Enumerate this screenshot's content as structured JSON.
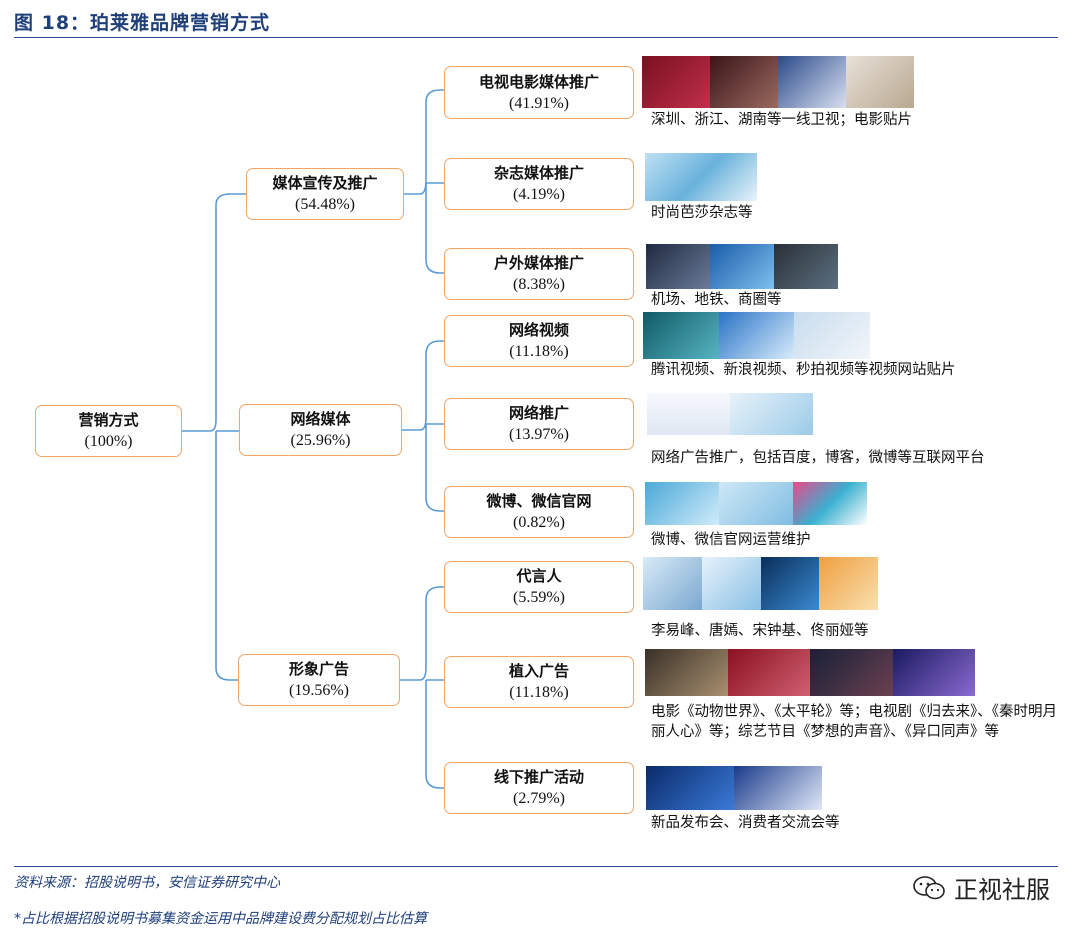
{
  "figure_title": "图 18：珀莱雅品牌营销方式",
  "root": {
    "label": "营销方式",
    "pct": "(100%)"
  },
  "level1": [
    {
      "label": "媒体宣传及推广",
      "pct": "(54.48%)"
    },
    {
      "label": "网络媒体",
      "pct": "(25.96%)"
    },
    {
      "label": "形象广告",
      "pct": "(19.56%)"
    }
  ],
  "level2": [
    {
      "label": "电视电影媒体推广",
      "pct": "(41.91%)",
      "caption": "深圳、浙江、湖南等一线卫视；电影贴片"
    },
    {
      "label": "杂志媒体推广",
      "pct": "(4.19%)",
      "caption": "时尚芭莎杂志等"
    },
    {
      "label": "户外媒体推广",
      "pct": "(8.38%)",
      "caption": "机场、地铁、商圈等"
    },
    {
      "label": "网络视频",
      "pct": "(11.18%)",
      "caption": "腾讯视频、新浪视频、秒拍视频等视频网站贴片"
    },
    {
      "label": "网络推广",
      "pct": "(13.97%)",
      "caption": "网络广告推广，包括百度，博客，微博等互联网平台"
    },
    {
      "label": "微博、微信官网",
      "pct": "(0.82%)",
      "caption": "微博、微信官网运营维护"
    },
    {
      "label": "代言人",
      "pct": "(5.59%)",
      "caption": "李易峰、唐嫣、宋钟基、佟丽娅等"
    },
    {
      "label": "植入广告",
      "pct": "(11.18%)",
      "caption": "电影《动物世界》、《太平轮》等；电视剧《归去来》、《秦时明月丽人心》等；综艺节目《梦想的声音》、《异口同声》等"
    },
    {
      "label": "线下推广活动",
      "pct": "(2.79%)",
      "caption": "新品发布会、消费者交流会等"
    }
  ],
  "source_note": "资料来源：招股说明书，安信证券研究中心",
  "footnote": "*占比根据招股说明书募集资金运用中品牌建设费分配规划占比估算",
  "watermark": "正视社服",
  "colors": {
    "box_border": "#f0a566",
    "connector": "#5b9bd5",
    "title": "#1f3f7a"
  }
}
